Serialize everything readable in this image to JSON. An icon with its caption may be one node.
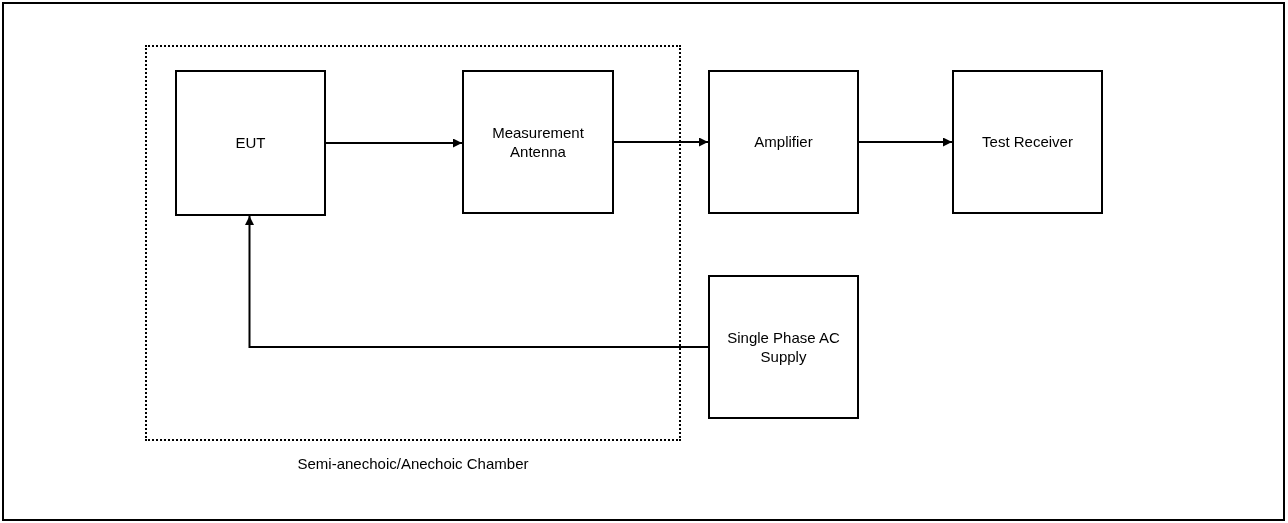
{
  "diagram": {
    "nodes": [
      {
        "text": [
          "Semi-anechoic/Anechoic Chamber"
        ]
      },
      {
        "text": [
          "EUT"
        ],
        "in": 0
      },
      {
        "text": [
          "Measurement Antenna"
        ],
        "in": 0
      },
      {
        "text": [
          "Amplifier"
        ]
      },
      {
        "text": [
          "Test Receiver"
        ]
      },
      {
        "text": [
          "Single Phase AC Supply"
        ]
      }
    ],
    "edges": [
      {
        "from": 1,
        "to": 2,
        "arrow": "to"
      },
      {
        "from": 2,
        "to": 3,
        "arrow": "to"
      },
      {
        "from": 3,
        "to": 4,
        "arrow": "to"
      },
      {
        "from": 5,
        "to": 1,
        "arrow": "to"
      }
    ]
  }
}
